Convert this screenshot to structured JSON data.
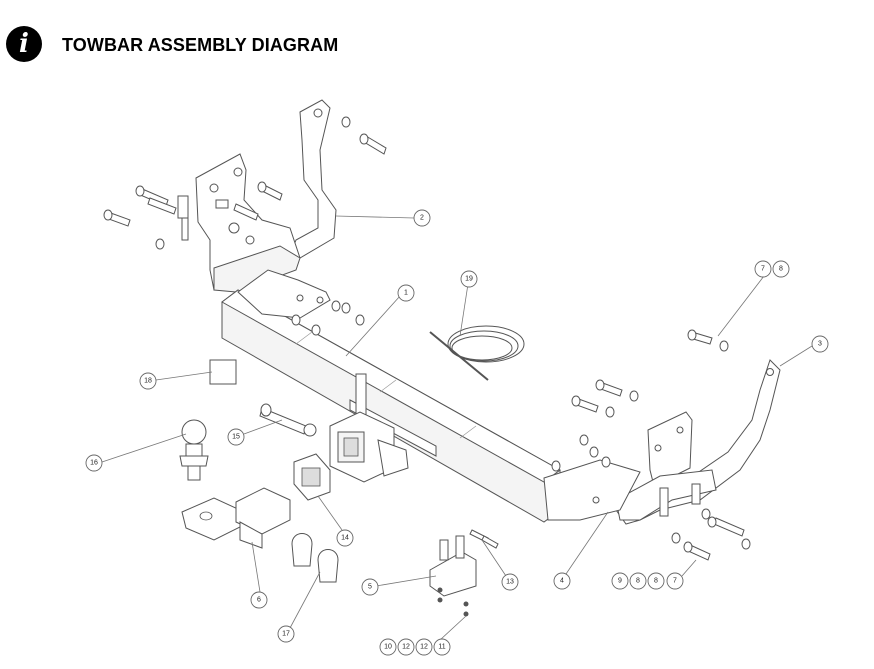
{
  "header": {
    "title": "TOWBAR ASSEMBLY DIAGRAM",
    "icon": "info-icon",
    "icon_glyph": "i"
  },
  "callouts": [
    {
      "id": "c-2",
      "label": "2"
    },
    {
      "id": "c-1",
      "label": "1"
    },
    {
      "id": "c-19",
      "label": "19"
    },
    {
      "id": "c-7a",
      "label": "7"
    },
    {
      "id": "c-8a",
      "label": "8"
    },
    {
      "id": "c-3",
      "label": "3"
    },
    {
      "id": "c-18",
      "label": "18"
    },
    {
      "id": "c-15",
      "label": "15"
    },
    {
      "id": "c-16",
      "label": "16"
    },
    {
      "id": "c-14",
      "label": "14"
    },
    {
      "id": "c-4",
      "label": "4"
    },
    {
      "id": "c-9",
      "label": "9"
    },
    {
      "id": "c-8b",
      "label": "8"
    },
    {
      "id": "c-8c",
      "label": "8"
    },
    {
      "id": "c-7b",
      "label": "7"
    },
    {
      "id": "c-5",
      "label": "5"
    },
    {
      "id": "c-13",
      "label": "13"
    },
    {
      "id": "c-6",
      "label": "6"
    },
    {
      "id": "c-17",
      "label": "17"
    },
    {
      "id": "c-10",
      "label": "10"
    },
    {
      "id": "c-12a",
      "label": "12"
    },
    {
      "id": "c-12b",
      "label": "12"
    },
    {
      "id": "c-11",
      "label": "11"
    }
  ]
}
